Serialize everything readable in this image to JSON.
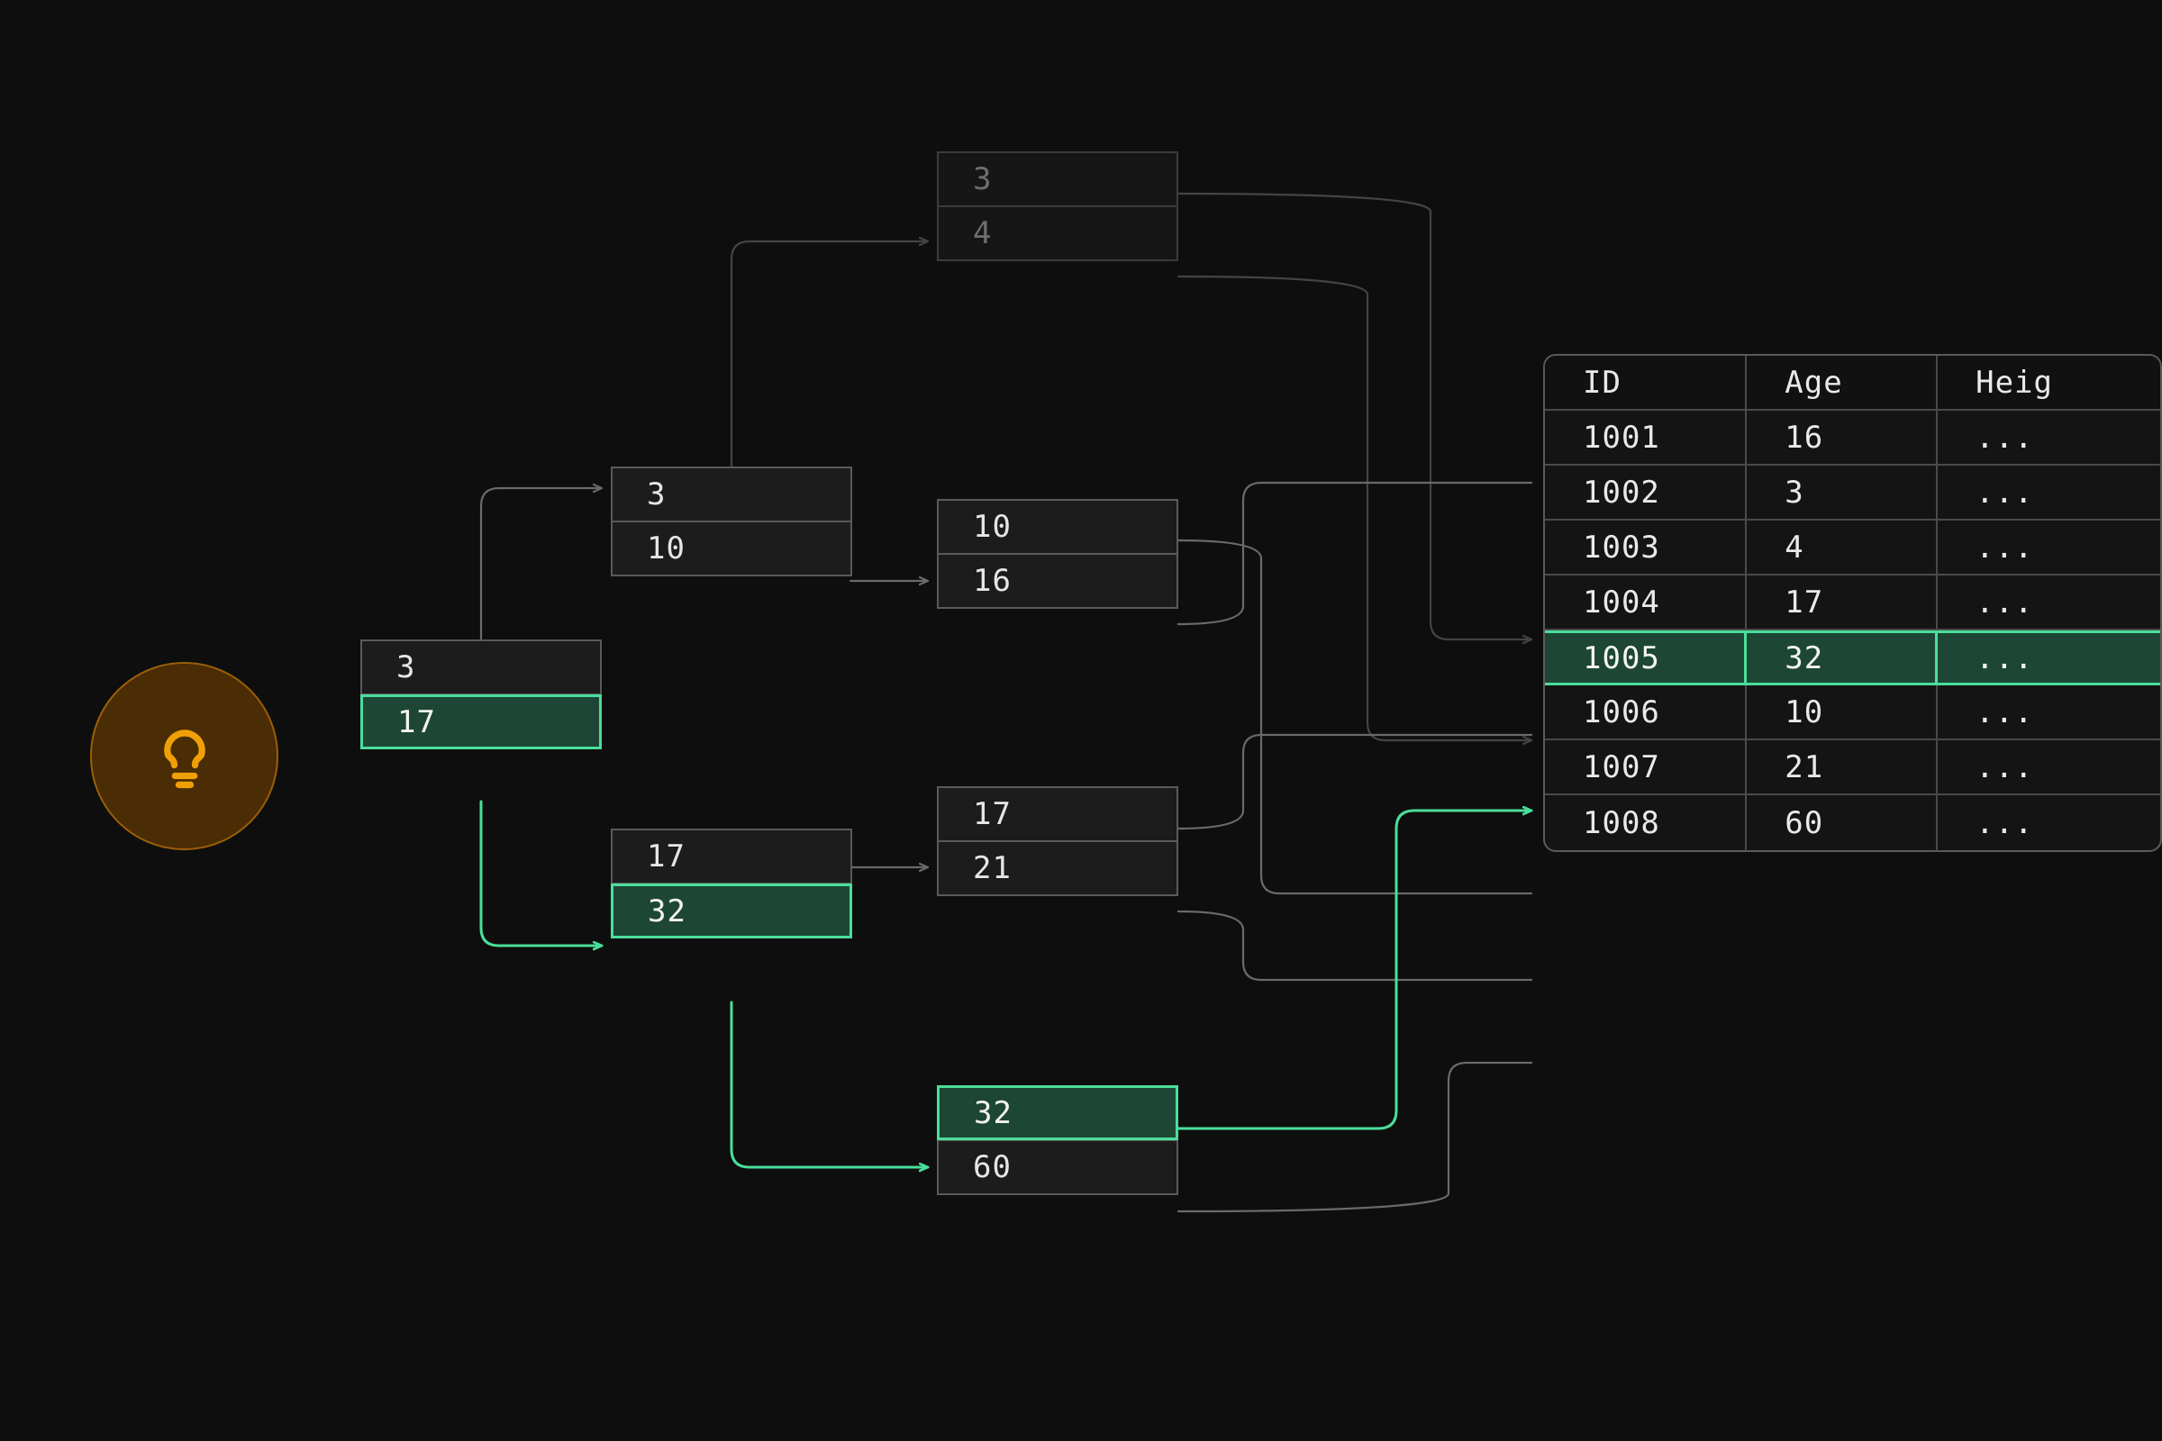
{
  "theme": {
    "background": "#0e0e0e",
    "node_fill": "#1c1c1c",
    "node_border": "#5a5a5a",
    "dim_border": "#3c3c3c",
    "dim_text": "#6e6e6e",
    "highlight_fill": "#1d4635",
    "highlight_border": "#4ade9b",
    "wire": "#6a6a6a",
    "wire_dim": "#3e3e3e",
    "badge_fill": "#4a2c05",
    "badge_border": "#9a5f06",
    "badge_icon": "#f0a007"
  },
  "badge": {
    "icon": "lightbulb-icon"
  },
  "btree": {
    "root": {
      "name": "root-node",
      "cells": [
        {
          "value": "3",
          "state": "plain"
        },
        {
          "value": "17",
          "state": "highlight"
        }
      ]
    },
    "internal": [
      {
        "name": "internal-node-upper",
        "cells": [
          {
            "value": "3",
            "state": "plain"
          },
          {
            "value": "10",
            "state": "plain"
          }
        ]
      },
      {
        "name": "internal-node-lower",
        "cells": [
          {
            "value": "17",
            "state": "plain"
          },
          {
            "value": "32",
            "state": "highlight"
          }
        ]
      }
    ],
    "leaves": [
      {
        "name": "leaf-node-1",
        "cells": [
          {
            "value": "3",
            "state": "dim"
          },
          {
            "value": "4",
            "state": "dim"
          }
        ]
      },
      {
        "name": "leaf-node-2",
        "cells": [
          {
            "value": "10",
            "state": "plain"
          },
          {
            "value": "16",
            "state": "plain"
          }
        ]
      },
      {
        "name": "leaf-node-3",
        "cells": [
          {
            "value": "17",
            "state": "plain"
          },
          {
            "value": "21",
            "state": "plain"
          }
        ]
      },
      {
        "name": "leaf-node-4",
        "cells": [
          {
            "value": "32",
            "state": "highlight"
          },
          {
            "value": "60",
            "state": "plain"
          }
        ]
      }
    ]
  },
  "table": {
    "name": "records-table",
    "columns": [
      "ID",
      "Age",
      "Heig"
    ],
    "rows": [
      {
        "id": "1001",
        "age": "16",
        "height": "...",
        "selected": false
      },
      {
        "id": "1002",
        "age": "3",
        "height": "...",
        "selected": false
      },
      {
        "id": "1003",
        "age": "4",
        "height": "...",
        "selected": false
      },
      {
        "id": "1004",
        "age": "17",
        "height": "...",
        "selected": false
      },
      {
        "id": "1005",
        "age": "32",
        "height": "...",
        "selected": true
      },
      {
        "id": "1006",
        "age": "10",
        "height": "...",
        "selected": false
      },
      {
        "id": "1007",
        "age": "21",
        "height": "...",
        "selected": false
      },
      {
        "id": "1008",
        "age": "60",
        "height": "...",
        "selected": false
      }
    ]
  }
}
